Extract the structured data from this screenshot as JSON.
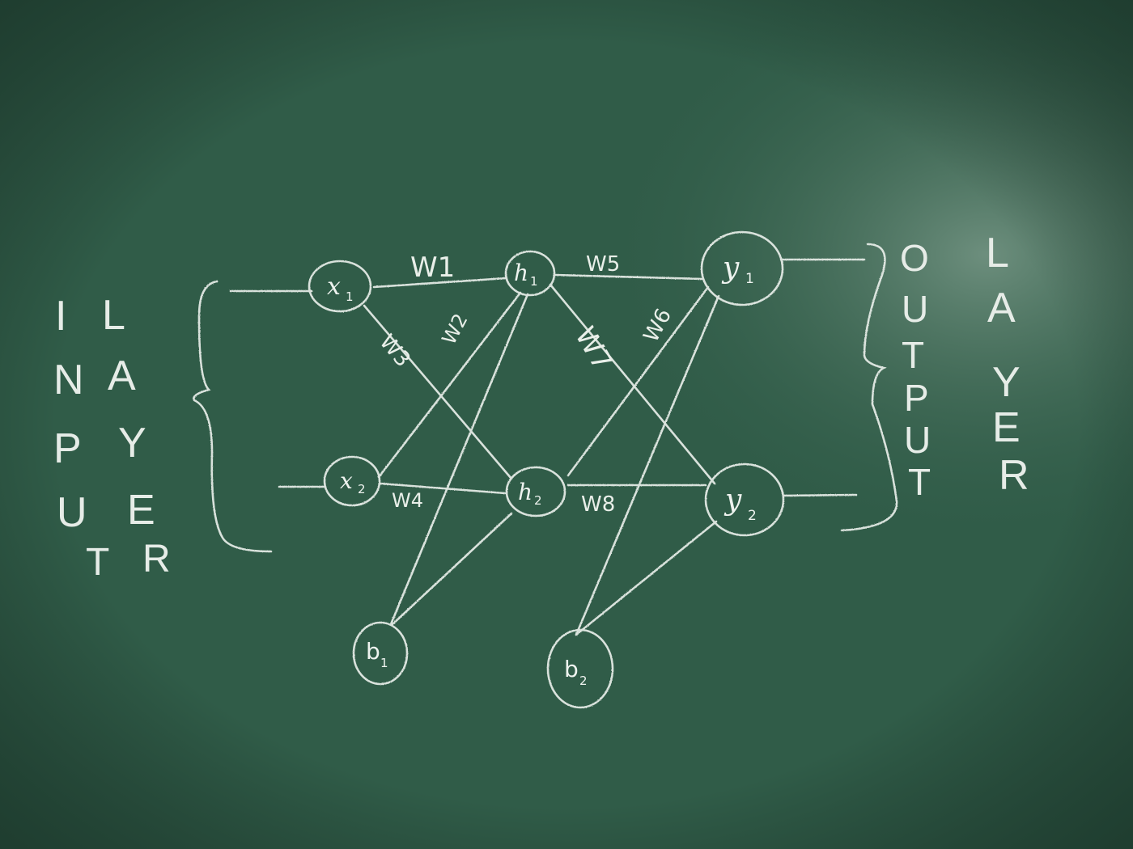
{
  "nodes": {
    "x1": {
      "label": "x",
      "sub": "1"
    },
    "x2": {
      "label": "x",
      "sub": "2"
    },
    "h1": {
      "label": "h",
      "sub": "1"
    },
    "h2": {
      "label": "h",
      "sub": "2"
    },
    "y1": {
      "label": "y",
      "sub": "1"
    },
    "y2": {
      "label": "y",
      "sub": "2"
    },
    "b1": {
      "label": "b",
      "sub": "1"
    },
    "b2": {
      "label": "b",
      "sub": "2"
    }
  },
  "weights": {
    "w1": "W1",
    "w2": "W2",
    "w3": "W3",
    "w4": "W4",
    "w5": "W5",
    "w6": "W6",
    "w7": "W7",
    "w8": "W8"
  },
  "input_label": {
    "col1": [
      "I",
      "N",
      "P",
      "U",
      "T"
    ],
    "col2": [
      "L",
      "A",
      "Y",
      "E",
      "R"
    ]
  },
  "output_label": {
    "col1": [
      "O",
      "U",
      "T",
      "P",
      "U",
      "T"
    ],
    "col2": [
      "L",
      "A",
      "Y",
      "E",
      "R"
    ]
  },
  "colors": {
    "board": "#2f5a47",
    "chalk": "#e9efe9"
  }
}
